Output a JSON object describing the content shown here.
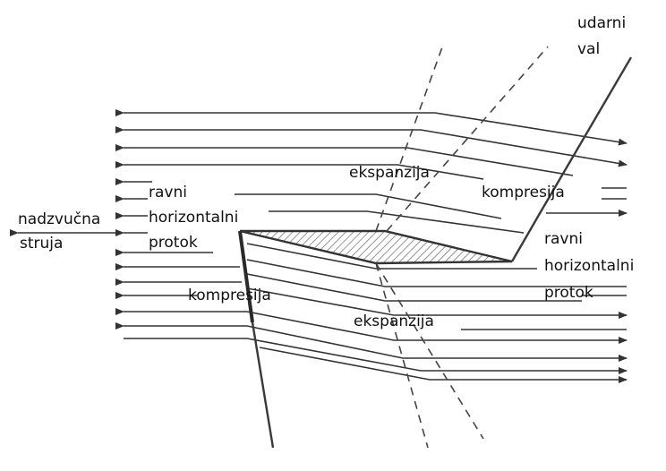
{
  "labels": {
    "inflow": [
      "nadzvučna",
      "struja"
    ],
    "upstream_flow": [
      "ravni",
      "horizontalni",
      "protok"
    ],
    "shock_wave": [
      "udarni",
      "val"
    ],
    "compression_front": "kompresija",
    "expansion_top": "ekspanzija",
    "compression_rear": "kompresija",
    "expansion_bottom": "ekspanzija",
    "downstream_flow": [
      "ravni",
      "horizontalni",
      "protok"
    ]
  }
}
